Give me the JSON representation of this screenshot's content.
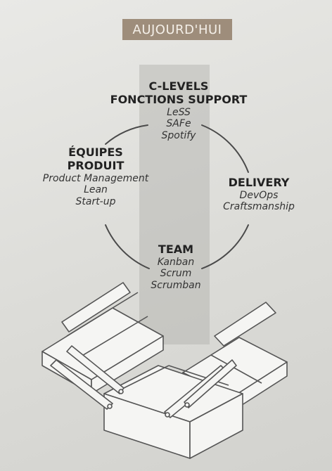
{
  "title": "AUJOURD'HUI",
  "nodes": {
    "top": {
      "title_lines": [
        "C-LEVELS",
        "FONCTIONS SUPPORT"
      ],
      "items": [
        "LeSS",
        "SAFe",
        "Spotify"
      ]
    },
    "left": {
      "title_lines": [
        "ÉQUIPES",
        "PRODUIT"
      ],
      "items": [
        "Product Management",
        "Lean",
        "Start-up"
      ]
    },
    "right": {
      "title_lines": [
        "DELIVERY"
      ],
      "items": [
        "DevOps",
        "Craftsmanship"
      ]
    },
    "bottom": {
      "title_lines": [
        "TEAM"
      ],
      "items": [
        "Kanban",
        "Scrum",
        "Scrumban"
      ]
    }
  },
  "illustration": "toolbox-icon",
  "colors": {
    "badge": "#9e8d7b",
    "band": "#afafaa",
    "lines": "#4a4a4a"
  }
}
